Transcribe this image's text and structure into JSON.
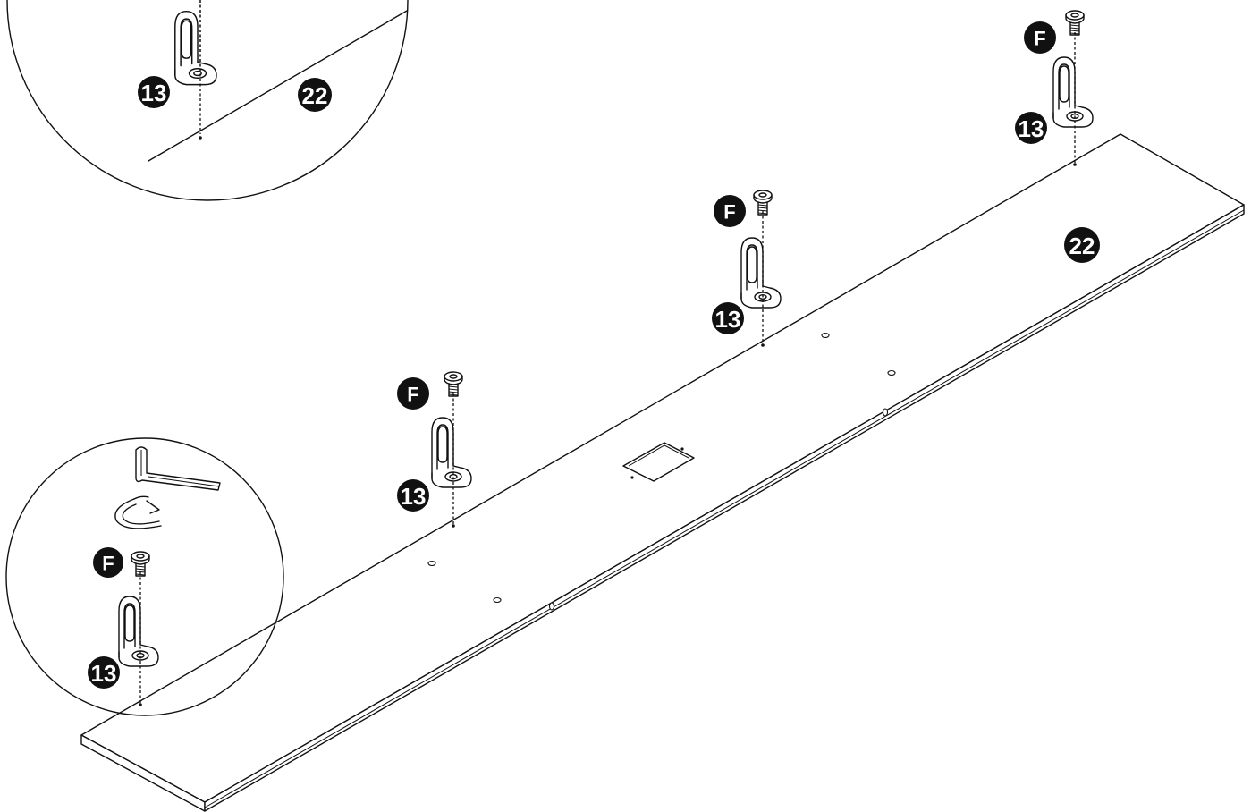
{
  "labels": {
    "bracket": "13",
    "screw": "F",
    "panel": "22"
  },
  "colors": {
    "ink": "#111111",
    "paper": "#ffffff"
  },
  "icons": {
    "bracket": "l-bracket-icon",
    "screw": "countersunk-screw-icon",
    "tool": "allen-key-icon",
    "rotation": "clockwise-rotation-arrow-icon"
  }
}
